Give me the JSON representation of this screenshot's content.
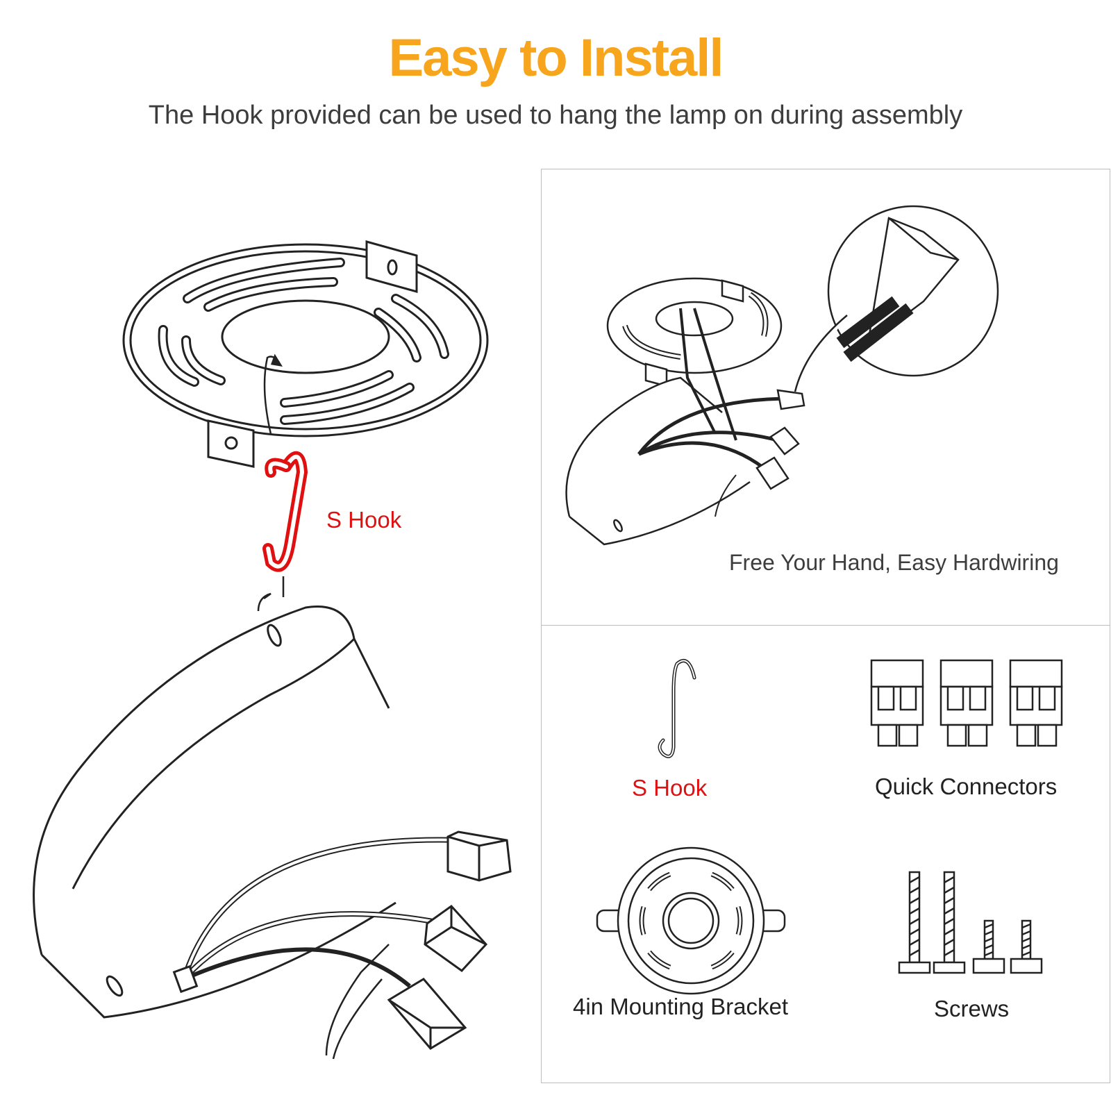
{
  "header": {
    "title": "Easy to Install",
    "subtitle": "The Hook provided can be used to hang the lamp on during assembly"
  },
  "main_illustration": {
    "hook_label": "S Hook",
    "accent_color": "#e01010"
  },
  "top_panel": {
    "caption": "Free Your Hand, Easy Hardwiring"
  },
  "parts_panel": {
    "items": [
      {
        "label": "S Hook",
        "icon": "s-hook-icon",
        "color": "#e01010"
      },
      {
        "label": "Quick Connectors",
        "icon": "quick-connectors-icon"
      },
      {
        "label": "4in Mounting Bracket",
        "icon": "mounting-bracket-icon"
      },
      {
        "label": "Screws",
        "icon": "screws-icon"
      }
    ]
  },
  "colors": {
    "title": "#f7a51d",
    "text": "#3d3d3d",
    "accent": "#e01010",
    "panel_border": "#bdbdbd"
  }
}
